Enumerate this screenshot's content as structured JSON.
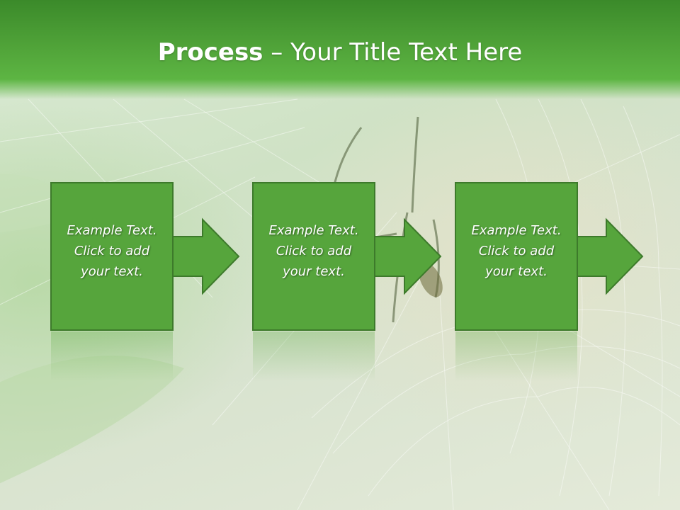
{
  "title": {
    "bold": "Process",
    "rest": " – Your Title Text Here"
  },
  "colors": {
    "header": "#4fa238",
    "box_fill": "#56a53c",
    "box_border": "#3d7a2b",
    "text": "#ffffff"
  },
  "steps": [
    {
      "lines": [
        "Example Text.",
        "Click  to add",
        "your text."
      ],
      "arrow": "right-arrow-icon"
    },
    {
      "lines": [
        "Example Text.",
        "Click  to add",
        "your text."
      ],
      "arrow": "right-arrow-icon"
    },
    {
      "lines": [
        "Example Text.",
        "Click  to add",
        "your text."
      ],
      "arrow": "right-arrow-icon"
    }
  ]
}
